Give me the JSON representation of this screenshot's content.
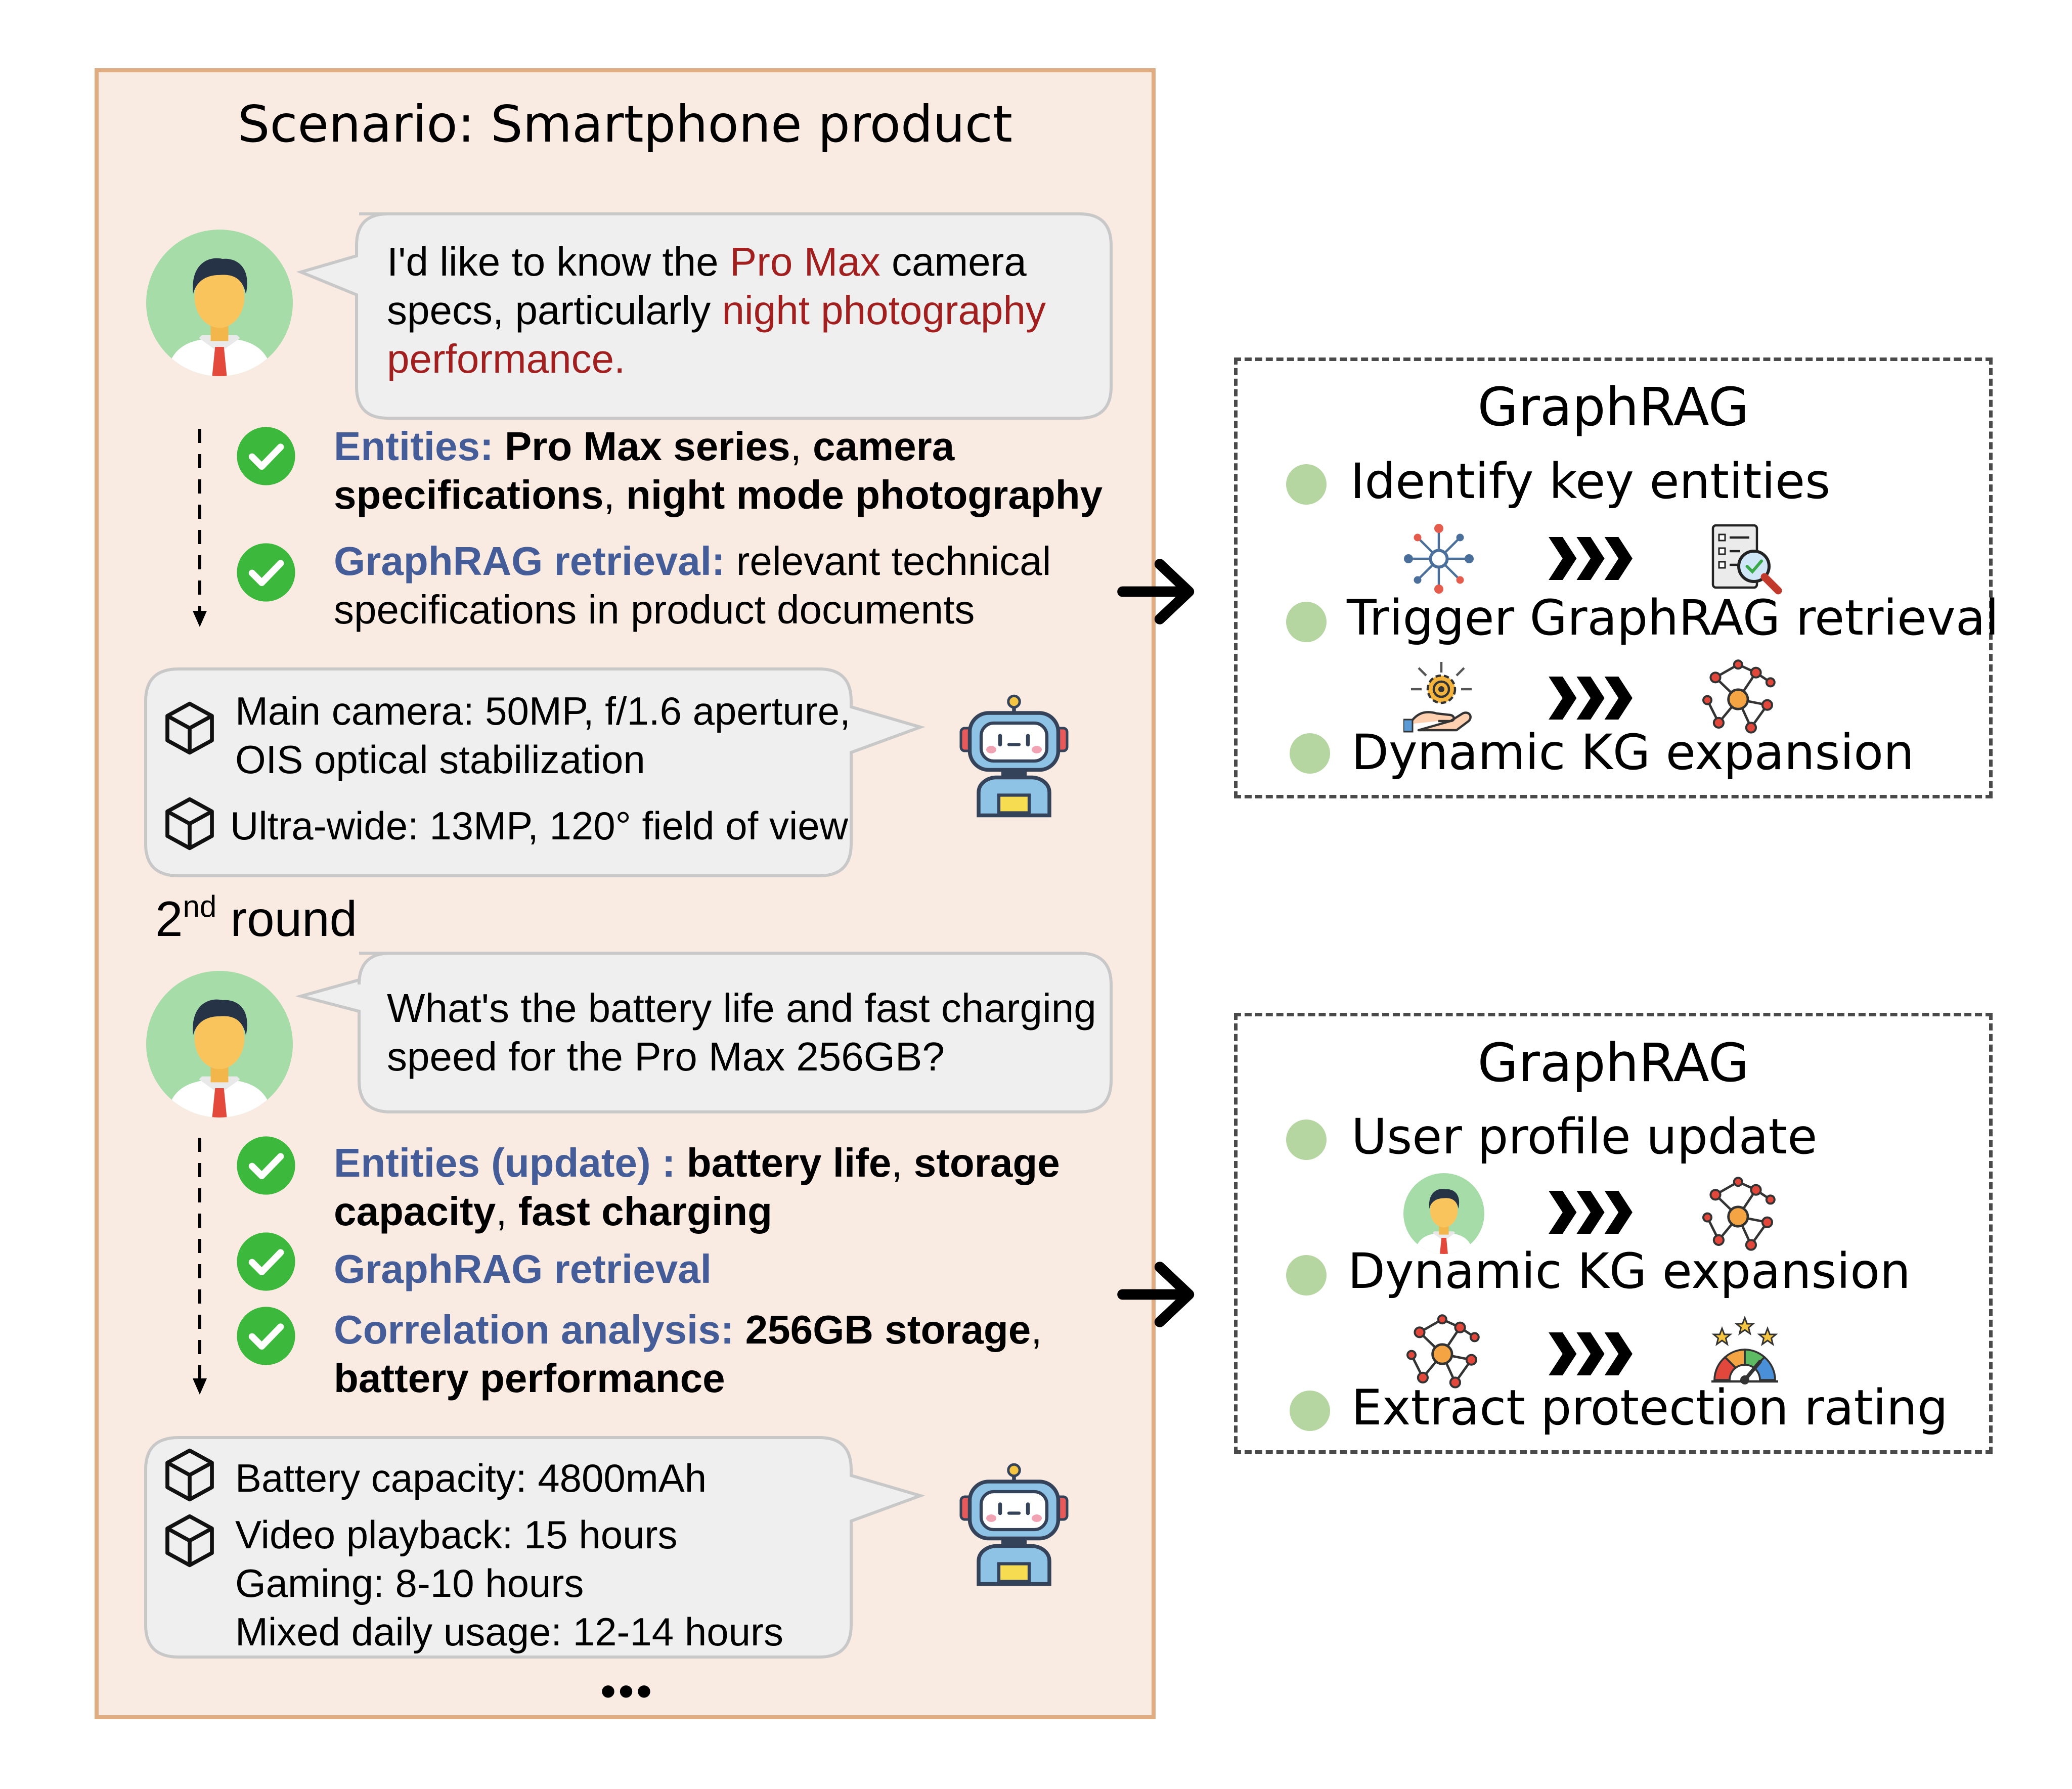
{
  "scenario": {
    "title": "Scenario: Smartphone product"
  },
  "round1": {
    "user_query": {
      "a": "I'd like to know the ",
      "b": "Pro Max",
      "c": " camera specs, particularly ",
      "d": "night photography performance."
    },
    "steps": [
      {
        "label": "Entities:",
        "t1": " Pro Max series",
        "t2": ", ",
        "t3": "camera specifications",
        "t4": ", ",
        "t5": "night mode photography"
      },
      {
        "label": "GraphRAG retrieval:",
        "text": " relevant technical specifications in product documents"
      }
    ],
    "response": [
      "Main camera: 50MP, f/1.6 aperture, OIS optical stabilization",
      "Ultra-wide: 13MP, 120° field of view"
    ]
  },
  "round2": {
    "label_num": "2",
    "label_sup": "nd",
    "label_word": " round",
    "user_query": "What's the battery life and fast charging speed for the Pro Max 256GB?",
    "steps": [
      {
        "label": "Entities (update) :",
        "t1": " battery life",
        "t2": ", ",
        "t3": "storage capacity",
        "t4": ", ",
        "t5": "fast charging"
      },
      {
        "label": "GraphRAG retrieval"
      },
      {
        "label": "Correlation analysis:",
        "t1": " 256GB storage",
        "t2": ", ",
        "t3": "battery performance"
      }
    ],
    "response": [
      "Battery capacity: 4800mAh",
      "Video playback: 15 hours",
      "Gaming: 8-10 hours",
      "Mixed daily usage: 12-14 hours"
    ],
    "ellipsis": "•••"
  },
  "graphrag1": {
    "title": "GraphRAG",
    "items": [
      "Identify key entities",
      "Trigger GraphRAG retrieval",
      "Dynamic KG expansion"
    ]
  },
  "graphrag2": {
    "title": "GraphRAG",
    "items": [
      "User profile update",
      "Dynamic KG expansion",
      "Extract protection rating"
    ]
  },
  "colors": {
    "panel_bg": "#f9ebe2",
    "panel_border": "#e0ac82",
    "highlight_red": "#a11f1f",
    "label_blue": "#445d98",
    "check_green": "#3cb93c",
    "dot_green": "#b5d6a0"
  },
  "icons": [
    "user-avatar-icon",
    "checkmark-icon",
    "cube-icon",
    "robot-icon",
    "arrow-right-icon",
    "network-hub-icon",
    "chevrons-right-icon",
    "document-search-icon",
    "gear-hand-icon",
    "knowledge-graph-icon",
    "gauge-stars-icon"
  ]
}
